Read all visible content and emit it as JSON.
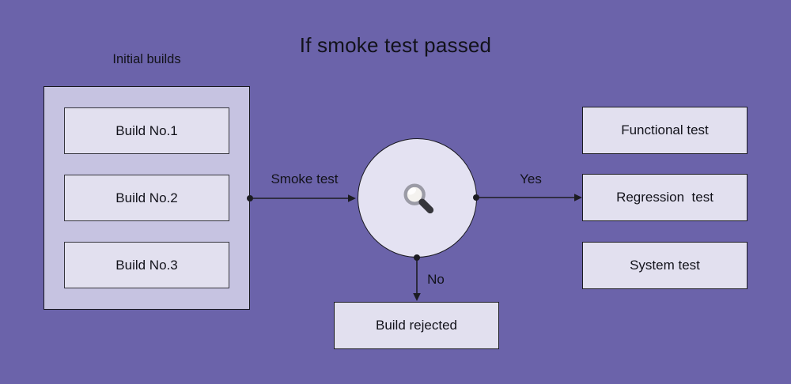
{
  "page": {
    "title": "If smoke test passed"
  },
  "colors": {
    "background": "#6b63aa",
    "panel_fill": "#c6c3e1",
    "node_fill": "#e2e0ef",
    "circle_fill": "#e4e2f2",
    "line": "#1c1c22",
    "text": "#12121a"
  },
  "left_panel": {
    "label": "Initial builds",
    "builds": [
      "Build No.1",
      "Build No.2",
      "Build No.3"
    ]
  },
  "decision_node": {
    "icon": "magnifying-glass"
  },
  "edges": {
    "smoke_label": "Smoke test",
    "yes_label": "Yes",
    "no_label": "No"
  },
  "outcome_nodes": {
    "tests": [
      "Functional test",
      "Regression  test",
      "System test"
    ],
    "rejected": "Build rejected"
  }
}
